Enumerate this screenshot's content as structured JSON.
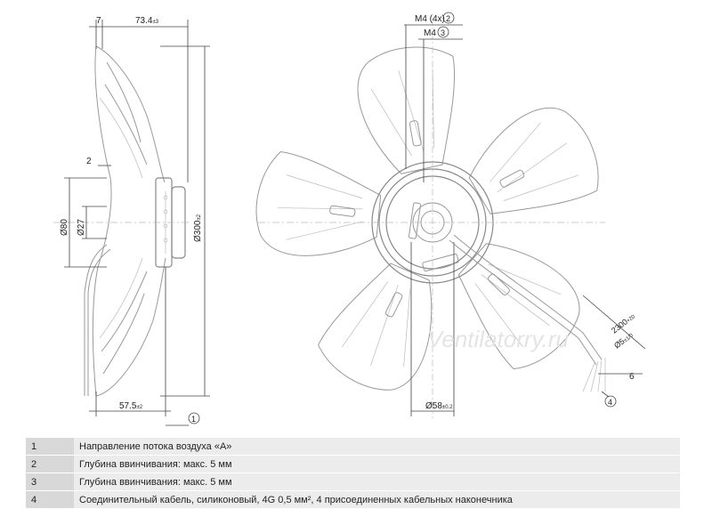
{
  "drawing": {
    "side_view": {
      "dim_offset": "7",
      "dim_depth_value": "73.4",
      "dim_depth_tol": "±3",
      "dim_ring": "2",
      "dim_d80": "Ø80",
      "dim_d27": "Ø27",
      "dim_d300": "Ø300",
      "dim_d300_tol": "±2",
      "dim_base_value": "57.5",
      "dim_base_tol": "±2",
      "callout": "1"
    },
    "front_view": {
      "callout_m4x4": "M4 (4x)",
      "callout_m4x4_num": "2",
      "callout_m4": "M4",
      "callout_m4_num": "3",
      "dim_hub": "Ø58",
      "dim_hub_tol": "±0.2",
      "dim_cable": "2300",
      "dim_cable_tol": "+20",
      "dim_wire": "Ø5",
      "dim_wire_tol": "±1/0",
      "dim_strip": "6",
      "callout_cable": "4",
      "watermark": "Ventilatorry.ru"
    }
  },
  "notes": [
    {
      "num": "1",
      "text": "Направление потока воздуха «А»"
    },
    {
      "num": "2",
      "text": "Глубина ввинчивания: макс. 5 мм"
    },
    {
      "num": "3",
      "text": "Глубина ввинчивания: макс. 5 мм"
    },
    {
      "num": "4",
      "text": "Соединительный кабель, силиконовый, 4G 0,5 мм², 4 присоединенных кабельных наконечника"
    }
  ]
}
